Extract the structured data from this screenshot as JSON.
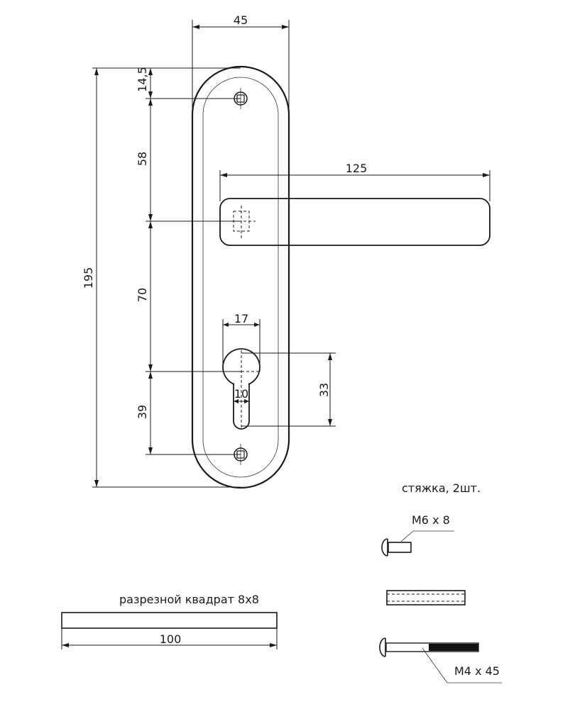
{
  "dimensions": {
    "plate_width": "45",
    "top_hole_offset": "14,5",
    "handle_to_hole": "58",
    "handle_to_cylinder": "70",
    "cylinder_to_bottom_hole": "39",
    "total_height": "195",
    "handle_length": "125",
    "cylinder_width": "17",
    "cylinder_slot_width": "10",
    "cylinder_height": "33"
  },
  "parts": {
    "ties_label": "стяжка, 2шт.",
    "screw_m6_label": "M6 x 8",
    "screw_m4_label": "M4 x 45",
    "spindle_label": "разрезной квадрат 8х8",
    "spindle_length": "100"
  }
}
